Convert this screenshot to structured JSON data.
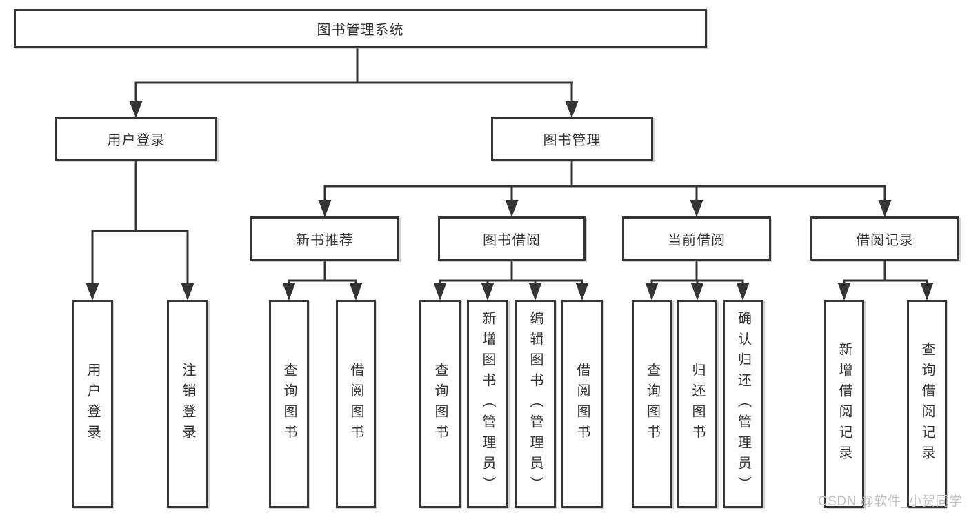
{
  "diagram_type": "hierarchy-tree",
  "colors": {
    "line": "#343434",
    "box_border": "#343434",
    "text": "#333333",
    "watermark": "#bfbfbf",
    "background": "#ffffff"
  },
  "watermark": "CSDN @软件_小贺同学",
  "tree": {
    "label": "图书管理系统",
    "children": [
      {
        "label": "用户登录",
        "children": [
          {
            "label": "用户登录"
          },
          {
            "label": "注销登录"
          }
        ]
      },
      {
        "label": "图书管理",
        "children": [
          {
            "label": "新书推荐",
            "children": [
              {
                "label": "查询图书"
              },
              {
                "label": "借阅图书"
              }
            ]
          },
          {
            "label": "图书借阅",
            "children": [
              {
                "label": "查询图书"
              },
              {
                "label": "新增图书（管理员）"
              },
              {
                "label": "编辑图书（管理员）"
              },
              {
                "label": "借阅图书"
              }
            ]
          },
          {
            "label": "当前借阅",
            "children": [
              {
                "label": "查询图书"
              },
              {
                "label": "归还图书"
              },
              {
                "label": "确认归还（管理员）"
              }
            ]
          },
          {
            "label": "借阅记录",
            "children": [
              {
                "label": "新增借阅记录"
              },
              {
                "label": "查询借阅记录"
              }
            ]
          }
        ]
      }
    ]
  }
}
